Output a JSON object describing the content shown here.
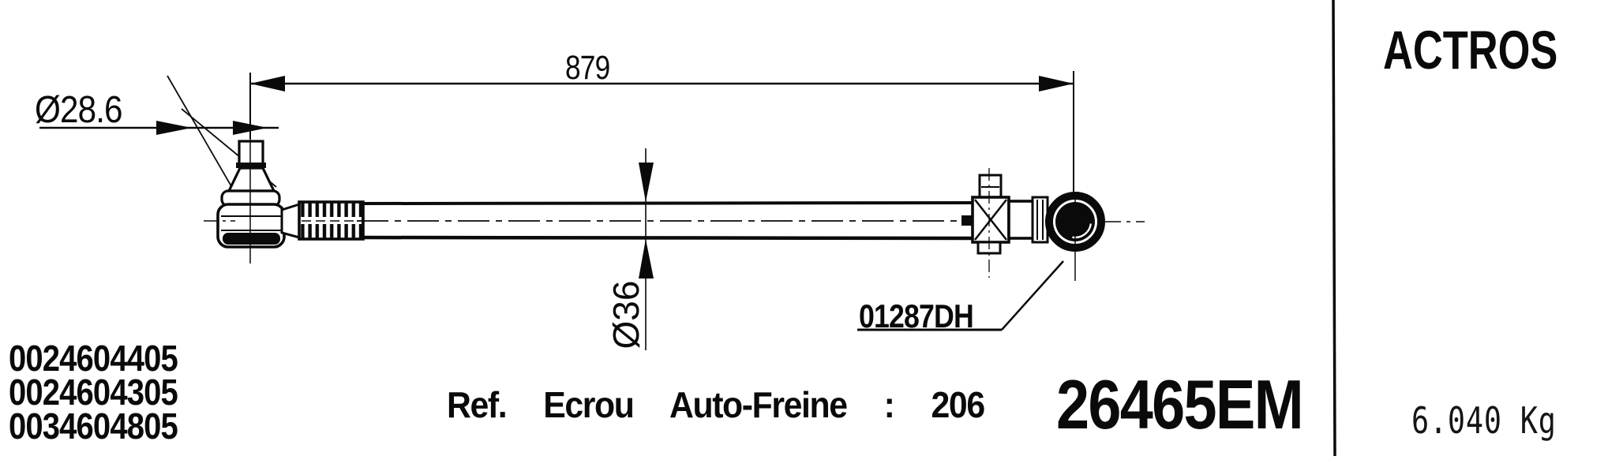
{
  "side_panel": {
    "model": "ACTROS",
    "weight": "6.040 Kg"
  },
  "drawing": {
    "length_dim": "879",
    "stud_diameter": "Ø28.6",
    "rod_diameter": "Ø36",
    "ball_joint_ref": "01287DH"
  },
  "footer": {
    "oe_numbers": [
      "0024604405",
      "0024604305",
      "0034604805"
    ],
    "nut_note": "Ref.  Ecrou  Auto-Freine  :  206",
    "part_code": "26465EM"
  },
  "colors": {
    "ink": "#0a0a0a",
    "paper": "#ffffff"
  }
}
